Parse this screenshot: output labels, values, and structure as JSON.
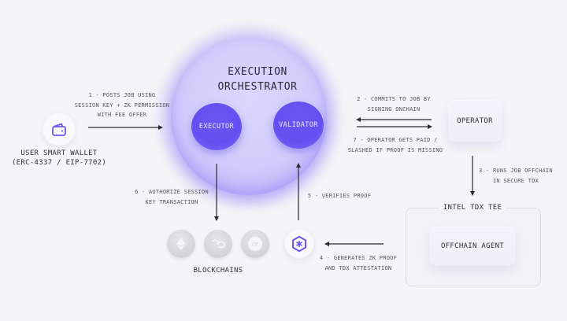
{
  "orchestrator": {
    "title_line1": "EXECUTION",
    "title_line2": "ORCHESTRATOR",
    "executor_label": "EXECUTOR",
    "validator_label": "VALIDATOR",
    "accent_color": "#6450f0",
    "halo_color": "#d2cbfb"
  },
  "wallet": {
    "icon": "wallet-icon",
    "label_line1": "USER SMART WALLET",
    "label_line2": "(ERC-4337 / EIP-7702)"
  },
  "operator": {
    "label": "OPERATOR"
  },
  "tee": {
    "title": "INTEL TDX TEE",
    "agent_label": "OFFCHAIN AGENT"
  },
  "proof": {
    "icon": "hexagon-asterisk-icon"
  },
  "blockchains": {
    "label": "BLOCKCHAINS",
    "icons": [
      "ethereum-icon",
      "polygon-icon",
      "optimism-icon"
    ]
  },
  "steps": {
    "s1": {
      "line1": "1 - POSTS JOB USING",
      "line2": "SESSION KEY + ZK PERMISSION",
      "line3": "WITH FEE OFFER"
    },
    "s2": {
      "line1": "2 - COMMITS TO JOB BY",
      "line2": "SIGNING ONCHAIN"
    },
    "s3": {
      "line1": "3 - RUNS JOB OFFCHAIN",
      "line2": "IN SECURE TDX"
    },
    "s4": {
      "line1": "4 - GENERATES ZK PROOF",
      "line2": "AND TDX ATTESTATION"
    },
    "s5": {
      "line1": "5 - VERIFIES PROOF"
    },
    "s6": {
      "line1": "6 - AUTHORIZE SESSION",
      "line2": "KEY TRANSACTION"
    },
    "s7": {
      "line1": "7 - OPERATOR GETS PAID /",
      "line2": "SLASHED IF PROOF IS MISSING"
    }
  }
}
